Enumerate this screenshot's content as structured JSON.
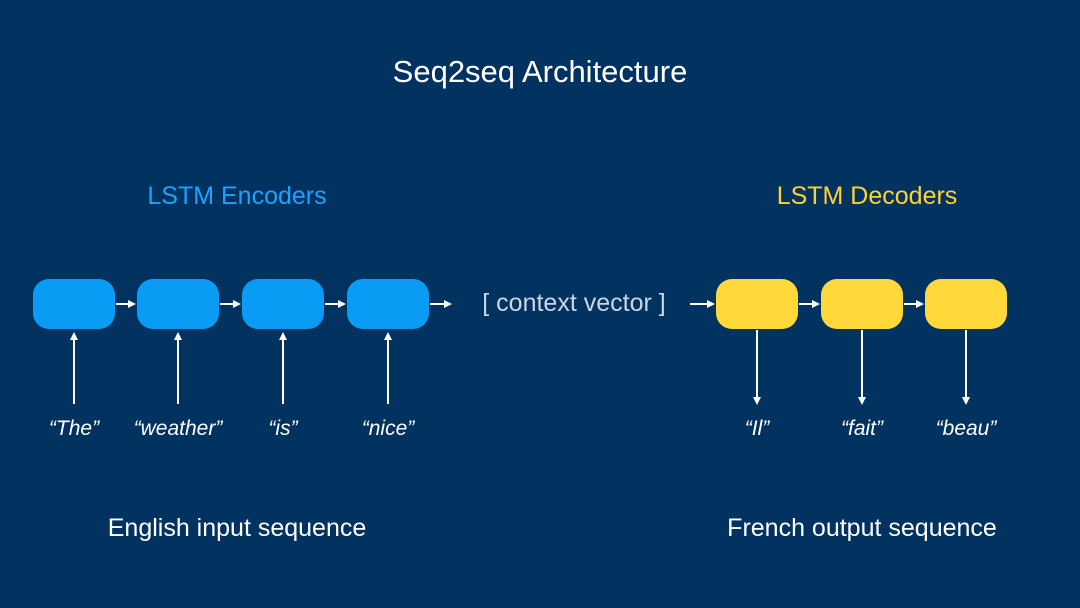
{
  "title": "Seq2seq Architecture",
  "encoder": {
    "label": "LSTM Encoders",
    "color": "#0a9cf5",
    "cells": 4,
    "inputs": [
      "“The”",
      "“weather”",
      "“is”",
      "“nice”"
    ],
    "caption": "English input sequence"
  },
  "context_label": "[ context vector ]",
  "decoder": {
    "label": "LSTM Decoders",
    "color": "#ffd93b",
    "cells": 3,
    "outputs": [
      "“Il”",
      "“fait”",
      "“beau”"
    ],
    "caption": "French output sequence"
  },
  "colors": {
    "background": "#02325f",
    "arrow": "#ffffff"
  }
}
